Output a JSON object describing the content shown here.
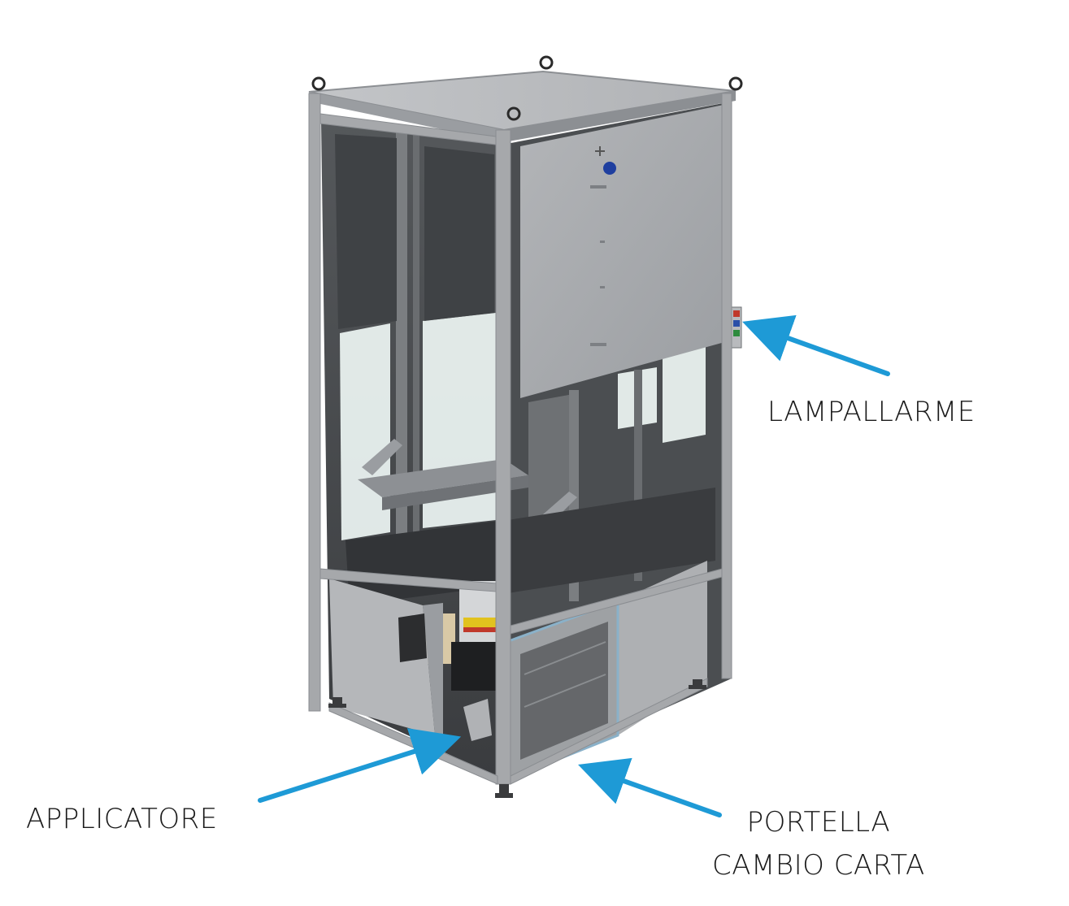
{
  "callouts": {
    "lampallarme": "LAMPALLARME",
    "applicatore": "APPLICATORE",
    "portella_line1": "PORTELLA",
    "portella_line2": "CAMBIO CARTA"
  },
  "colors": {
    "arrow": "#1e9ad6",
    "frame": "#9a9da1",
    "panel": "#a7a9ac",
    "panel_dark": "#8c8f93",
    "interior": "#4a4c4f",
    "glass": "#e9f1ef",
    "label_text": "#1a1a1a",
    "lamp_red": "#c0392b",
    "lamp_blue": "#2a4fa8",
    "lamp_green": "#2e8b3e",
    "knob_blue": "#1f3f9f"
  }
}
